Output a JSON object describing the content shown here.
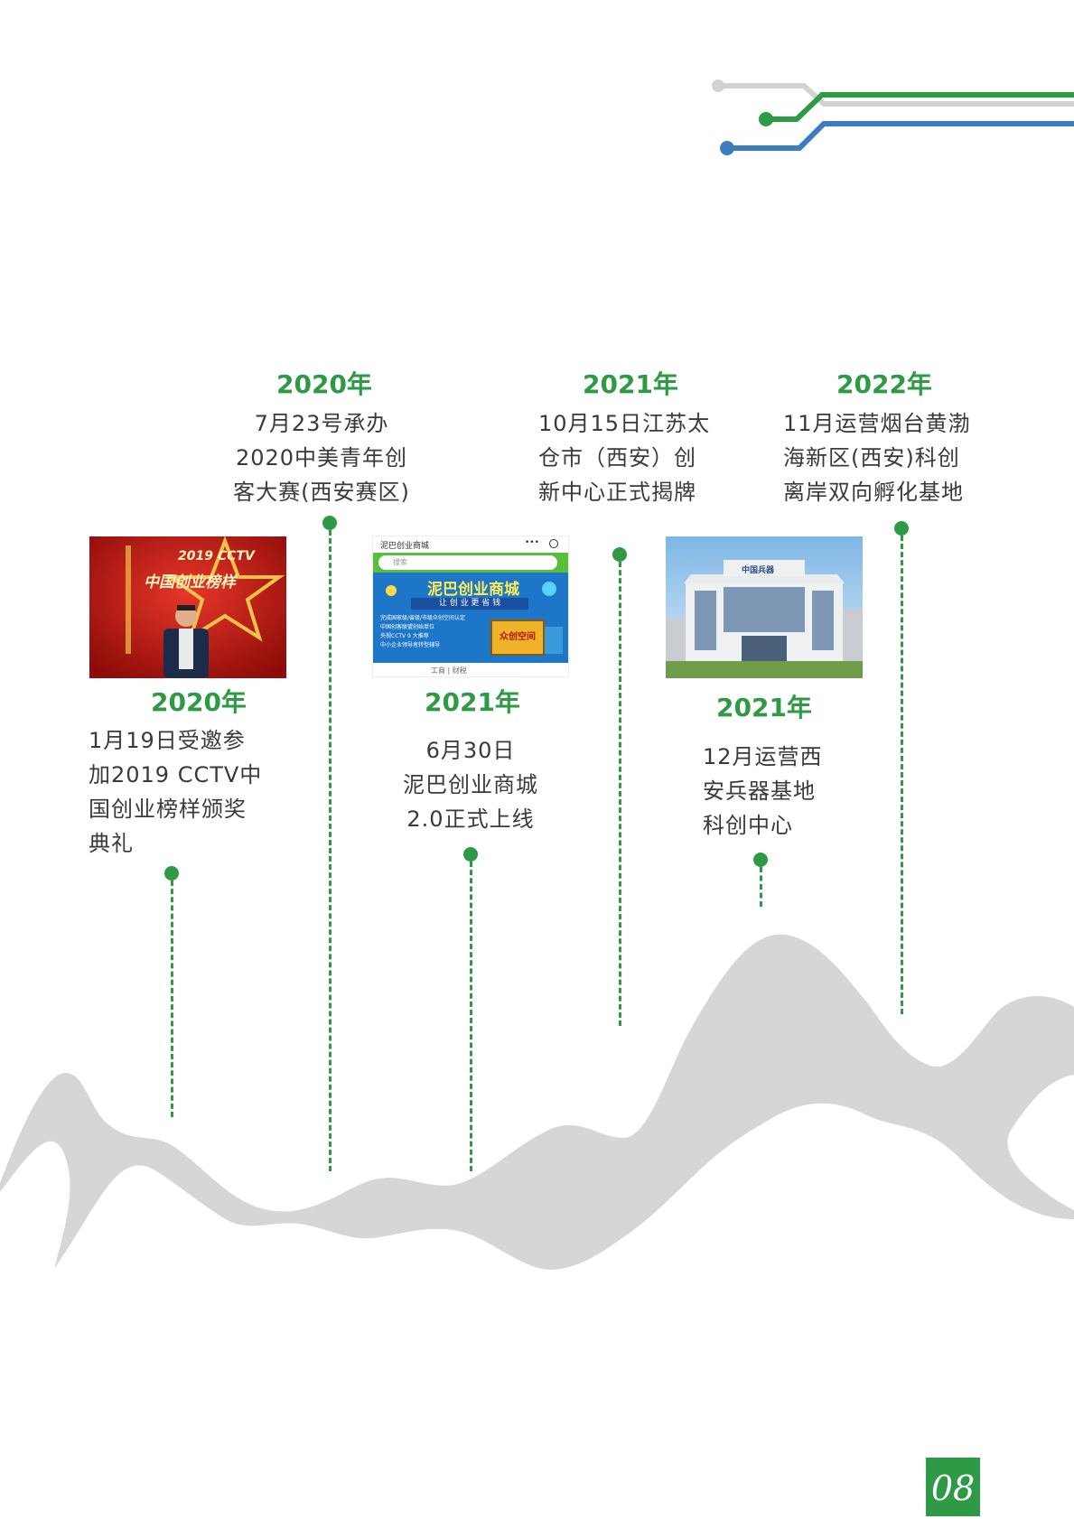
{
  "events": [
    {
      "year": "2020年",
      "lines": [
        "1月19日受邀参",
        "加2019 CCTV中",
        "国创业榜样颁奖",
        "典礼"
      ]
    },
    {
      "year": "2020年",
      "lines": [
        "7月23号承办",
        "2020中美青年创",
        "客大赛(西安赛区)"
      ]
    },
    {
      "year": "2021年",
      "lines": [
        "6月30日",
        "泥巴创业商城",
        "2.0正式上线"
      ]
    },
    {
      "year": "2021年",
      "lines": [
        "10月15日江苏太",
        "仓市（西安）创",
        "新中心正式揭牌"
      ]
    },
    {
      "year": "2021年",
      "lines": [
        "12月运营西",
        "安兵器基地",
        "科创中心"
      ]
    },
    {
      "year": "2022年",
      "lines": [
        "11月运营烟台黄渤",
        "海新区(西安)科创",
        "离岸双向孵化基地"
      ]
    }
  ],
  "photo1": {
    "sign": "中国创业榜样",
    "sign_year": "2019 CCTV"
  },
  "photo2": {
    "app_title": "泥巴创业商城",
    "menu_dots": "•••",
    "search_placeholder": "搜索",
    "banner_title": "泥巴创业商城",
    "banner_sub": "让 创 业 更 省 钱",
    "banner_lines": [
      "完成国家级/省级/市级众创空间认定",
      "中国创客联盟创始单位",
      "央视CCTV 9 大推荐",
      "中小企业领导者转型辅导"
    ],
    "badge": "众创空间",
    "footer": "工商 | 财税"
  },
  "photo3": {
    "building_sign": "中国兵器"
  },
  "page_number": "08",
  "colors": {
    "green": "#2f9a45",
    "blue": "#3d7cc0",
    "gray": "#d2d2d2"
  }
}
